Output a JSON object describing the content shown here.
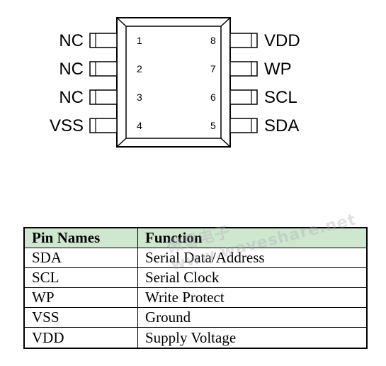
{
  "chip": {
    "left_pins": [
      {
        "number": "1",
        "name": "NC"
      },
      {
        "number": "2",
        "name": "NC"
      },
      {
        "number": "3",
        "name": "NC"
      },
      {
        "number": "4",
        "name": "VSS"
      }
    ],
    "right_pins": [
      {
        "number": "8",
        "name": "VDD"
      },
      {
        "number": "7",
        "name": "WP"
      },
      {
        "number": "6",
        "name": "SCL"
      },
      {
        "number": "5",
        "name": "SDA"
      }
    ]
  },
  "table": {
    "headers": [
      "Pin Names",
      "Function"
    ],
    "rows": [
      [
        "SDA",
        "Serial Data/Address"
      ],
      [
        "SCL",
        "Serial Clock"
      ],
      [
        "WP",
        "Write Protect"
      ],
      [
        "VSS",
        "Ground"
      ],
      [
        "VDD",
        "Supply Voltage"
      ]
    ]
  },
  "watermark": "微雪电子 www.waveshare.net"
}
